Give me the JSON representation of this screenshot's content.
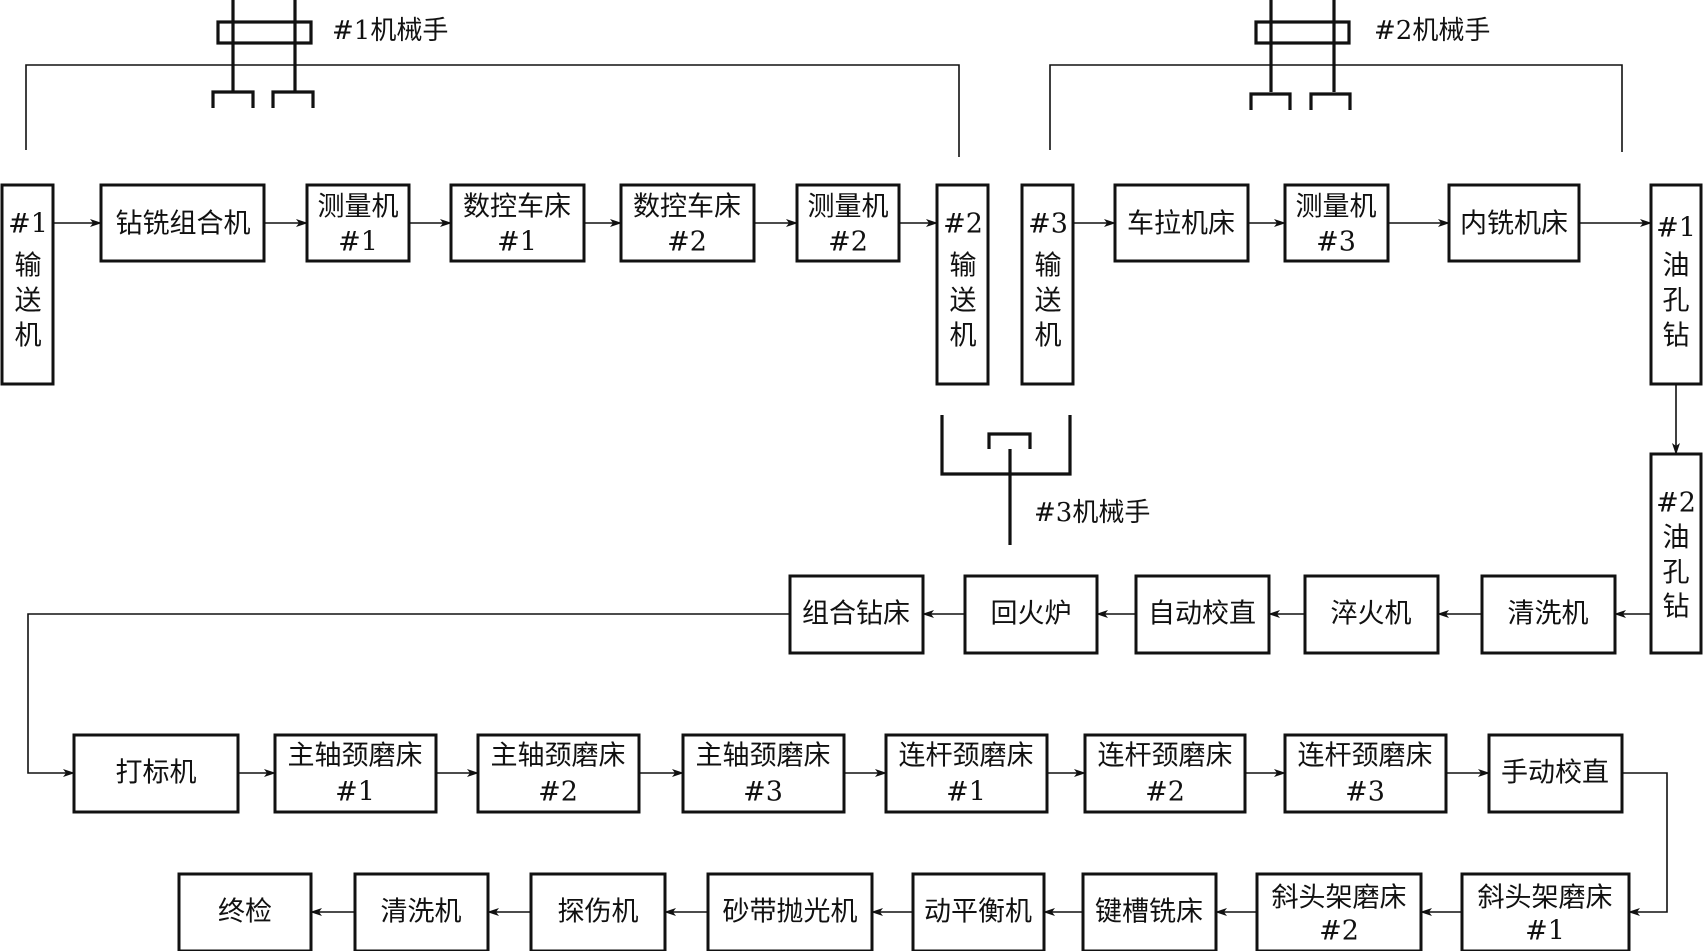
{
  "robots": {
    "r1": "#1机械手",
    "r2": "#2机械手",
    "r3": "#3机械手"
  },
  "row1": {
    "conveyor1": [
      "#1",
      "输",
      "送",
      "机"
    ],
    "drill_mill": "钻铣组合机",
    "measure1": [
      "测量机",
      "#1"
    ],
    "cnc1": [
      "数控车床",
      "#1"
    ],
    "cnc2": [
      "数控车床",
      "#2"
    ],
    "measure2": [
      "测量机",
      "#2"
    ],
    "conveyor2": [
      "#2",
      "输",
      "送",
      "机"
    ],
    "conveyor3": [
      "#3",
      "输",
      "送",
      "机"
    ],
    "broach": "车拉机床",
    "measure3": [
      "测量机",
      "#3"
    ],
    "inner_mill": "内铣机床",
    "oil_drill1": [
      "#1",
      "油",
      "孔",
      "钻"
    ],
    "oil_drill2": [
      "#2",
      "油",
      "孔",
      "钻"
    ]
  },
  "row2": {
    "cleaner": "清洗机",
    "quench": "淬火机",
    "auto_straighten": "自动校直",
    "temper": "回火炉",
    "combo_drill": "组合钻床"
  },
  "row3": {
    "marker": "打标机",
    "main_grind1": [
      "主轴颈磨床",
      "#1"
    ],
    "main_grind2": [
      "主轴颈磨床",
      "#2"
    ],
    "main_grind3": [
      "主轴颈磨床",
      "#3"
    ],
    "rod_grind1": [
      "连杆颈磨床",
      "#1"
    ],
    "rod_grind2": [
      "连杆颈磨床",
      "#2"
    ],
    "rod_grind3": [
      "连杆颈磨床",
      "#3"
    ],
    "manual_straighten": "手动校直"
  },
  "row4": {
    "angle_grind1": [
      "斜头架磨床",
      "#1"
    ],
    "angle_grind2": [
      "斜头架磨床",
      "#2"
    ],
    "keyway": "键槽铣床",
    "balance": "动平衡机",
    "belt_polish": "砂带抛光机",
    "flaw": "探伤机",
    "cleaner2": "清洗机",
    "final": "终检"
  }
}
